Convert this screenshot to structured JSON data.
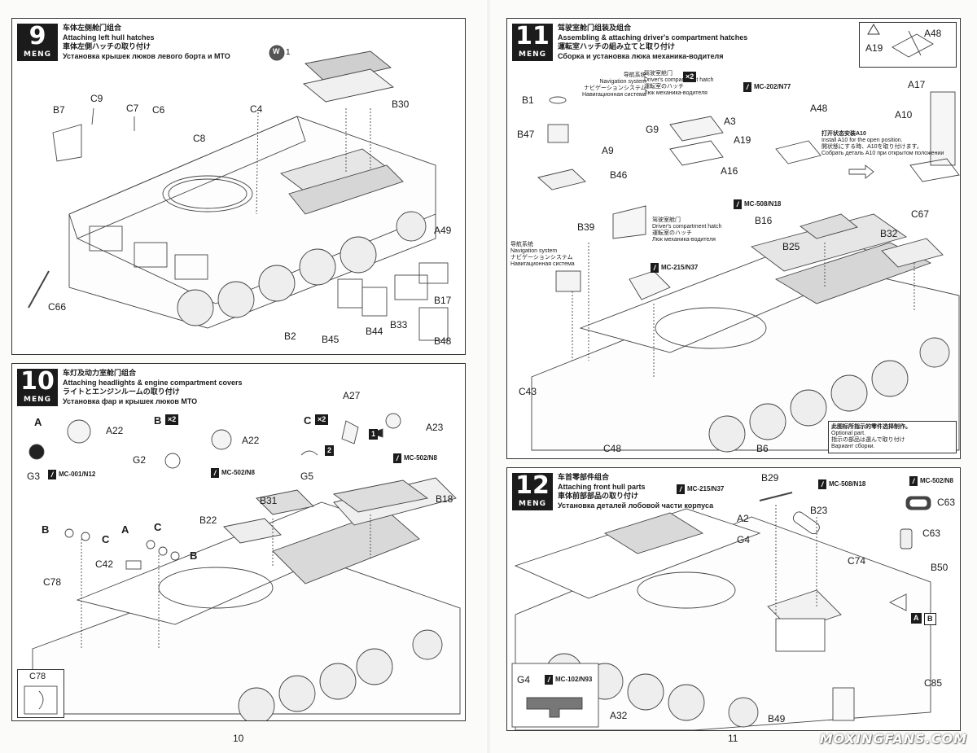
{
  "brand": "MENG",
  "pages": {
    "left_number": "10",
    "right_number": "11"
  },
  "watermark": "MOXINGFANS.COM",
  "steps": {
    "s9": {
      "number": "9",
      "title_zh": "车体左侧舱门组合",
      "title_en": "Attaching left hull hatches",
      "title_jp": "車体左側ハッチの取り付け",
      "title_ru": "Установка крышек люков левого борта и МТО",
      "w_badge": "W",
      "w_count": "1",
      "labels": [
        "B7",
        "C9",
        "C7",
        "C6",
        "C8",
        "C4",
        "B30",
        "A49",
        "B17",
        "C66",
        "B2",
        "B45",
        "B44",
        "B33",
        "B48"
      ]
    },
    "s10": {
      "number": "10",
      "title_zh": "车灯及动力室舱门组合",
      "title_en": "Attaching headlights & engine compartment covers",
      "title_jp": "ライトとエンジンルームの取り付け",
      "title_ru": "Установка фар и крышек люков МТО",
      "sub_a": "A",
      "sub_b": "B",
      "sub_c": "C",
      "x2": "×2",
      "labels": [
        "A22",
        "A22",
        "A27",
        "A23",
        "G3",
        "G2",
        "G5",
        "B31",
        "B18",
        "B22",
        "C42",
        "C78"
      ],
      "numbered": [
        "1",
        "2"
      ],
      "paint_a": "MC-001/N12",
      "paint_b": "MC-502/N8",
      "paint_c": "MC-502/N8",
      "inset_label": "C78"
    },
    "s11": {
      "number": "11",
      "title_zh": "驾驶室舱门组装及组合",
      "title_en": "Assembling & attaching driver's compartment hatches",
      "title_jp": "運転室ハッチの組み立てと取り付け",
      "title_ru": "Сборка и установка люка механика-водителя",
      "nav_zh": "导航系统",
      "nav_en": "Navigation system",
      "nav_jp": "ナビゲーションシステム",
      "nav_ru": "Навигационная система",
      "hatch_zh": "驾驶室舱门",
      "hatch_en": "Driver's compartment hatch",
      "hatch_jp": "運転室のハッチ",
      "hatch_ru": "Люк механика-водителя",
      "open_zh": "打开状态安装A10",
      "open_en": "Install A10 for the open position.",
      "open_jp": "開状態にする時、A10を取り付けます。",
      "open_ru": "Собрать деталь A10 при открытом положении",
      "optional_zh": "此图标所指示的零件选择制作。",
      "optional_en": "Optional part.",
      "optional_jp": "指示の部品は選んで取り付け",
      "optional_ru": "Вариант сборки.",
      "x2": "×2",
      "paint_1": "MC-202/N77",
      "paint_2": "MC-508/N18",
      "paint_3": "MC-215/N37",
      "labels": [
        "A48",
        "A19",
        "B1",
        "B47",
        "A9",
        "B46",
        "A3",
        "A48",
        "G9",
        "A19",
        "A16",
        "A17",
        "A10",
        "B39",
        "B16",
        "B25",
        "C67",
        "B32",
        "C43",
        "C48",
        "B6"
      ]
    },
    "s12": {
      "number": "12",
      "title_zh": "车首零部件组合",
      "title_en": "Attaching front hull parts",
      "title_jp": "車体前部部品の取り付け",
      "title_ru": "Установка деталей лобовой части корпуса",
      "paint_1": "MC-215/N37",
      "paint_2": "MC-508/N18",
      "paint_3": "MC-502/N8",
      "paint_4": "MC-102/N93",
      "labels": [
        "B29",
        "B23",
        "A2",
        "G4",
        "C74",
        "C63",
        "C63",
        "B50",
        "C85",
        "A32",
        "B49",
        "G4"
      ],
      "ab_left": "A",
      "ab_right": "B"
    }
  }
}
